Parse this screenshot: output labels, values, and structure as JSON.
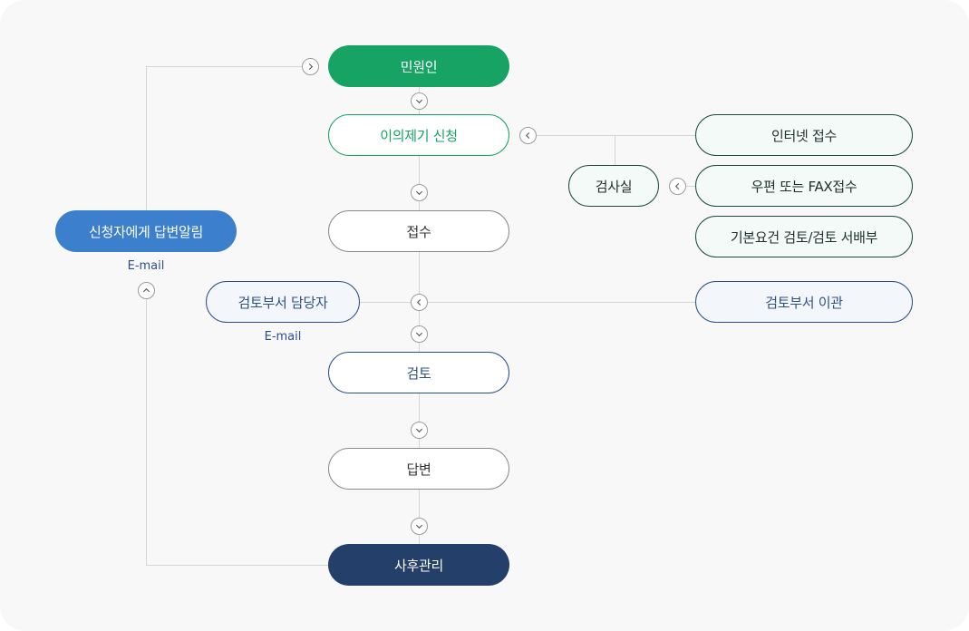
{
  "nodes": {
    "applicant": "민원인",
    "objection": "이의제기 신청",
    "internet": "인터넷 접수",
    "postal": "우편 또는 FAX접수",
    "basic_review": "기본요건 검토/검토 서배부",
    "audit_office": "검사실",
    "reception": "접수",
    "notify_applicant": "신청자에게 답변알림",
    "dept_manager": "검토부서 담당자",
    "dept_transfer": "검토부서 이관",
    "review": "검토",
    "answer": "답변",
    "followup": "사후관리"
  },
  "labels": {
    "email_left": "E-mail",
    "email_center": "E-mail"
  },
  "colors": {
    "green": "#17a364",
    "blue": "#3c7fcc",
    "navy": "#253f6b",
    "line": "#d6d6d6"
  }
}
